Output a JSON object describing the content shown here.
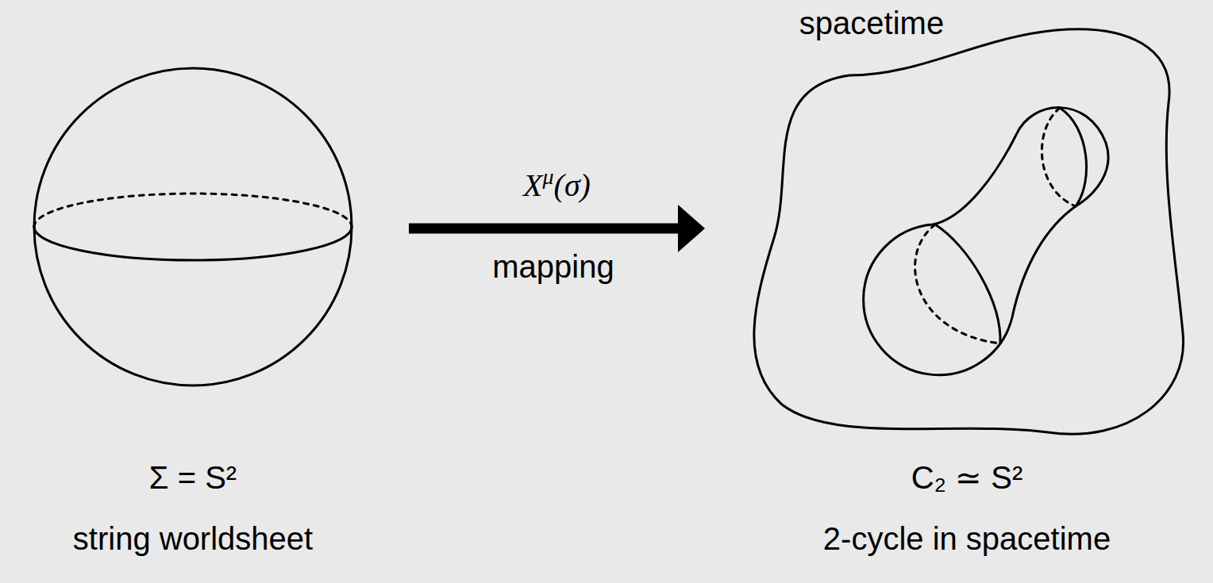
{
  "diagram": {
    "nodes": [
      {
        "text": [
          "Σ = S²",
          "string worldsheet"
        ]
      },
      {
        "text": [
          "spacetime",
          "C₂ ≃ S²",
          "2-cycle in spacetime"
        ]
      }
    ],
    "edges": [
      {
        "from": 0,
        "to": 1,
        "arrow": "to",
        "label": "Xμ(σ)"
      }
    ],
    "labels": [
      "mapping"
    ]
  }
}
